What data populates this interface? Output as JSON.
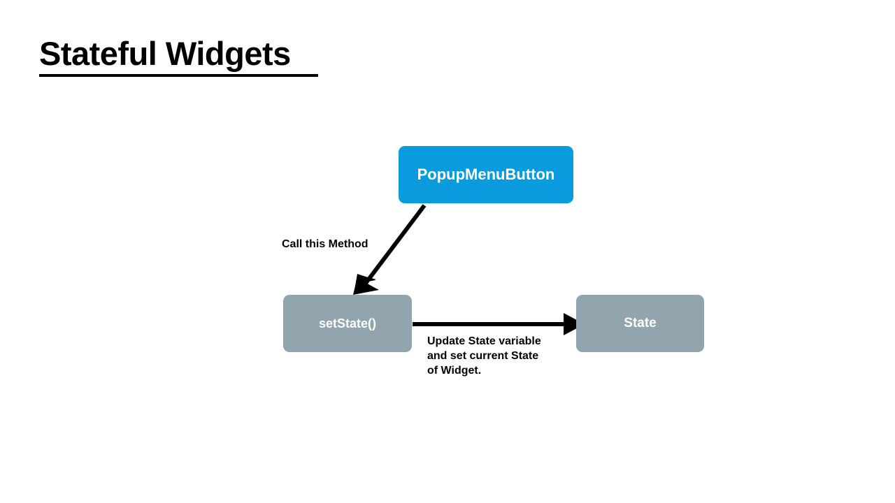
{
  "slide": {
    "title": "Stateful Widgets",
    "background_color": "#ffffff"
  },
  "colors": {
    "accent_blue": "#0a9bdf",
    "node_gray": "#92a5ae",
    "text_dark": "#000000",
    "text_light": "#ffffff"
  },
  "nodes": [
    {
      "id": "popupmenubutton",
      "label": "PopupMenuButton",
      "fill": "#0a9bdf",
      "text_color": "#ffffff"
    },
    {
      "id": "setstate",
      "label": "setState()",
      "fill": "#92a5ae",
      "text_color": "#ffffff"
    },
    {
      "id": "state",
      "label": "State",
      "fill": "#92a5ae",
      "text_color": "#ffffff"
    }
  ],
  "edges": [
    {
      "id": "popupmenubutton-to-setstate",
      "label": "Call this Method",
      "from": "popupmenubutton",
      "to": "setstate",
      "style": "diagonal-arrow",
      "color": "#000000"
    },
    {
      "id": "setstate-to-state",
      "label": "Update State variable\nand set current State\nof Widget.",
      "from": "setstate",
      "to": "state",
      "style": "horizontal-arrow",
      "color": "#000000"
    }
  ]
}
